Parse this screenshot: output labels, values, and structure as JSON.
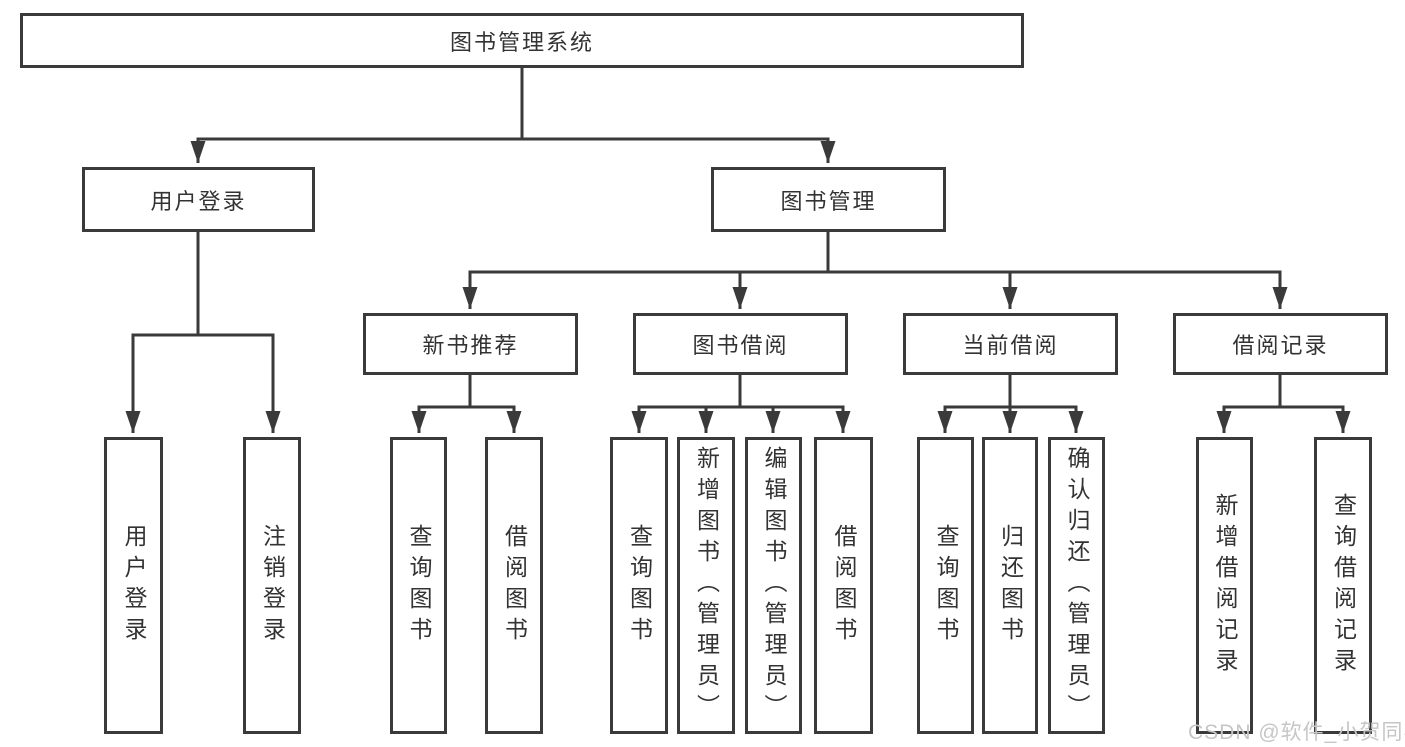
{
  "tree": {
    "label": "图书管理系统",
    "children": [
      {
        "label": "用户登录",
        "children": [
          {
            "label": "用户登录"
          },
          {
            "label": "注销登录"
          }
        ]
      },
      {
        "label": "图书管理",
        "children": [
          {
            "label": "新书推荐",
            "children": [
              {
                "label": "查询图书"
              },
              {
                "label": "借阅图书"
              }
            ]
          },
          {
            "label": "图书借阅",
            "children": [
              {
                "label": "查询图书"
              },
              {
                "label": "新增图书（管理员）"
              },
              {
                "label": "编辑图书（管理员）"
              },
              {
                "label": "借阅图书"
              }
            ]
          },
          {
            "label": "当前借阅",
            "children": [
              {
                "label": "查询图书"
              },
              {
                "label": "归还图书"
              },
              {
                "label": "确认归还（管理员）"
              }
            ]
          },
          {
            "label": "借阅记录",
            "children": [
              {
                "label": "新增借阅记录"
              },
              {
                "label": "查询借阅记录"
              }
            ]
          }
        ]
      }
    ]
  },
  "watermark": {
    "text": "CSDN @软件_小贺同学"
  },
  "colors": {
    "line": "#3a3a3a",
    "text": "#333333",
    "background": "#ffffff",
    "watermark": "#c6c6c6"
  }
}
